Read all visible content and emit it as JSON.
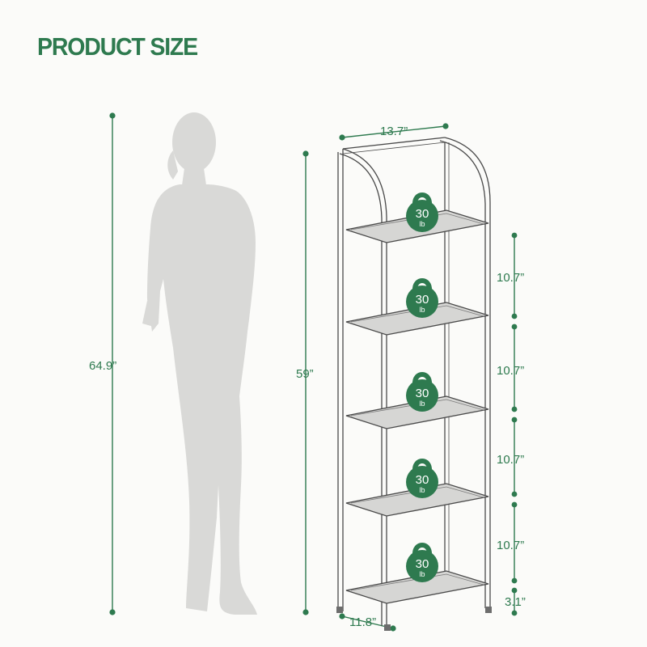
{
  "title": "PRODUCT SIZE",
  "accent_color": "#2e7a4f",
  "dimensions": {
    "person_height": "64.9”",
    "shelf_height": "59”",
    "width": "13.7”",
    "depth": "11.8”",
    "tier_spacings": [
      "10.7”",
      "10.7”",
      "10.7”",
      "10.7”"
    ],
    "bottom_clearance": "3.1”"
  },
  "shelf_load": {
    "value": "30",
    "unit": "lb",
    "tier_count": 5
  },
  "icons": [
    "person-silhouette-icon",
    "kettlebell-weight-icon"
  ]
}
